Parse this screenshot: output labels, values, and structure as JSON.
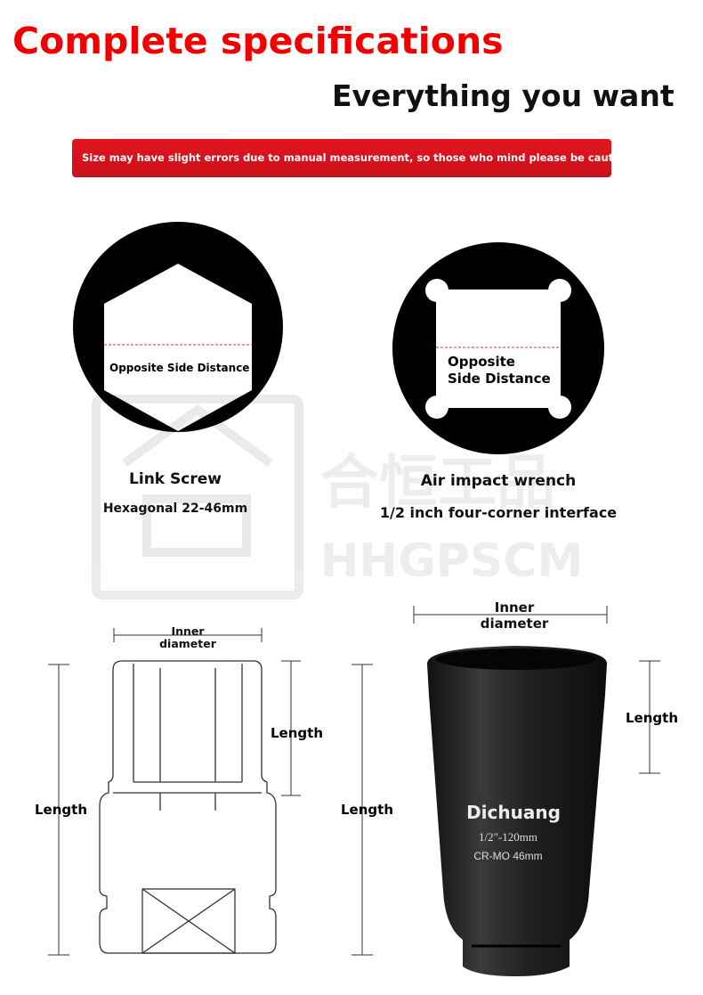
{
  "header": {
    "title": "Complete specifications",
    "subtitle": "Everything you want"
  },
  "notice": "Size may have slight errors due to manual measurement, so those who mind please be cautious.",
  "hex_diagram": {
    "inner_label": "Opposite Side Distance",
    "name": "Link Screw",
    "spec": "Hexagonal 22-46mm"
  },
  "square_diagram": {
    "inner_label_line1": "Opposite",
    "inner_label_line2": "Side Distance",
    "name": "Air impact wrench",
    "spec": "1/2 inch four-corner interface"
  },
  "watermark": {
    "cn": "合恒工品",
    "en": "HHGPSCM"
  },
  "drawing": {
    "inner_diameter_line1": "Inner",
    "inner_diameter_line2": "diameter",
    "length_inner": "Length",
    "length_total": "Length",
    "length_right": "Length"
  },
  "photo": {
    "inner_diameter_line1": "Inner",
    "inner_diameter_line2": "diameter",
    "length": "Length",
    "brand": "Dichuang",
    "size": "1/2\"-120mm",
    "material": "CR-MO 46mm"
  },
  "colors": {
    "accent": "#f00000",
    "banner": "#d8121c"
  }
}
